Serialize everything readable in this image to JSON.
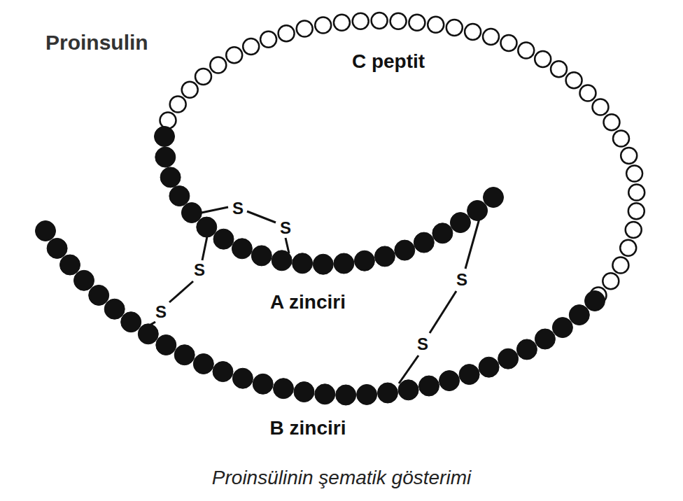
{
  "diagram": {
    "title": "Proinsulin",
    "caption": "Proinsülinin şematik gösterimi",
    "labels": [
      "C peptit",
      "S",
      "S",
      "S",
      "S",
      "A zinciri",
      "S",
      "S",
      "B zinciri"
    ]
  }
}
